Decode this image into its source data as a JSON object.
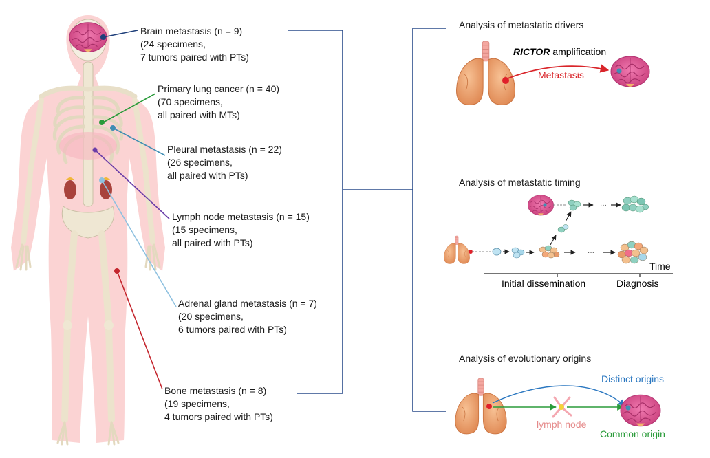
{
  "colors": {
    "brain": "#1f3f7a",
    "lung": "#2a9b3a",
    "pleural": "#3f8db3",
    "lymph": "#6a3da8",
    "adrenal": "#8fc1e0",
    "bone": "#c4262e",
    "bracket": "#2b4d8c",
    "metastasis_arrow": "#d9252a",
    "distinct": "#2a77c0",
    "common": "#2a9b3a",
    "lymph_label": "#e58a8a"
  },
  "sites": [
    {
      "title": "Brain metastasis (n = 9)",
      "line2": "(24 specimens,",
      "line3": "7 tumors paired with PTs)"
    },
    {
      "title": "Primary lung cancer (n = 40)",
      "line2": "(70 specimens,",
      "line3": "all paired with MTs)"
    },
    {
      "title": "Pleural metastasis (n = 22)",
      "line2": "(26 specimens,",
      "line3": "all paired with PTs)"
    },
    {
      "title": "Lymph node metastasis (n = 15)",
      "line2": "(15 specimens,",
      "line3": "all paired with PTs)"
    },
    {
      "title": "Adrenal gland metastasis (n = 7)",
      "line2": "(20 specimens,",
      "line3": "6 tumors paired with PTs)"
    },
    {
      "title": "Bone metastasis (n = 8)",
      "line2": "(19 specimens,",
      "line3": "4 tumors paired with PTs)"
    }
  ],
  "panels": {
    "drivers": {
      "title": "Analysis of metastatic drivers",
      "gene": "RICTOR",
      "gene_suffix": " amplification",
      "arrow_label": "Metastasis"
    },
    "timing": {
      "title": "Analysis of metastatic timing",
      "ellipsis": "···",
      "axis_label": "Time",
      "tick_initial": "Initial dissemination",
      "tick_diagnosis": "Diagnosis"
    },
    "origins": {
      "title": "Analysis of evolutionary origins",
      "distinct": "Distinct origins",
      "lymph": "lymph node",
      "common": "Common origin"
    }
  }
}
